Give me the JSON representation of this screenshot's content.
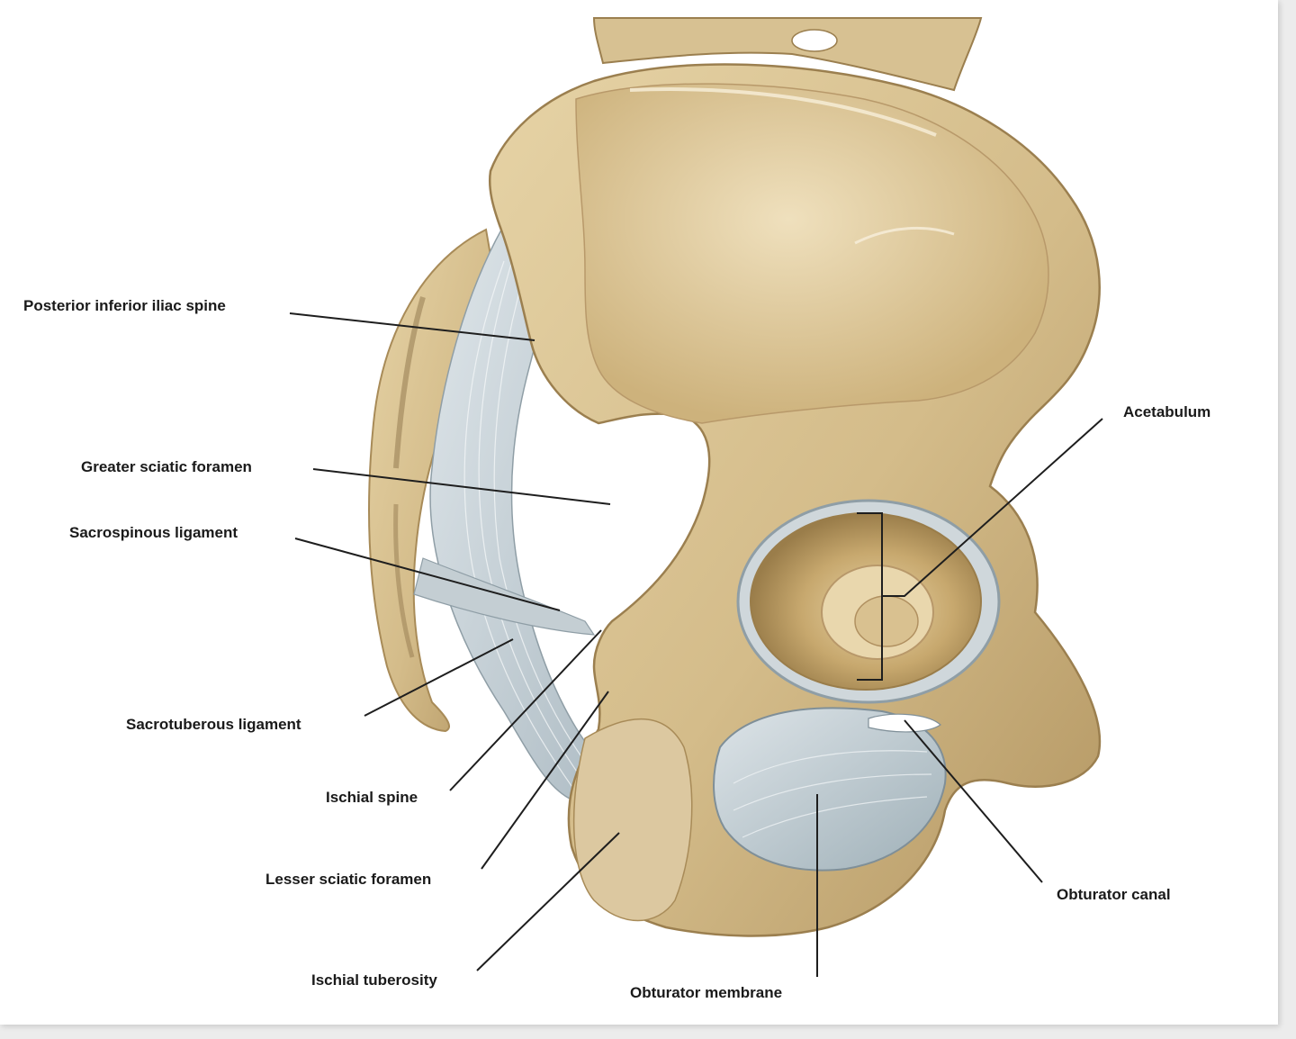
{
  "labels": {
    "posterior_inferior_iliac_spine": "Posterior inferior iliac spine",
    "greater_sciatic_foramen": "Greater sciatic foramen",
    "sacrospinous_ligament": "Sacrospinous ligament",
    "sacrotuberous_ligament": "Sacrotuberous ligament",
    "ischial_spine": "Ischial spine",
    "lesser_sciatic_foramen": "Lesser sciatic foramen",
    "ischial_tuberosity": "Ischial tuberosity",
    "obturator_membrane": "Obturator membrane",
    "obturator_canal": "Obturator canal",
    "acetabulum": "Acetabulum"
  },
  "colors": {
    "bone": "#d9c394",
    "bone_dark": "#a88b58",
    "bone_light": "#ecdcb6",
    "ligament": "#c9d3d8",
    "ligament_dark": "#8f9ea6",
    "leader_line": "#1e1e1e"
  }
}
